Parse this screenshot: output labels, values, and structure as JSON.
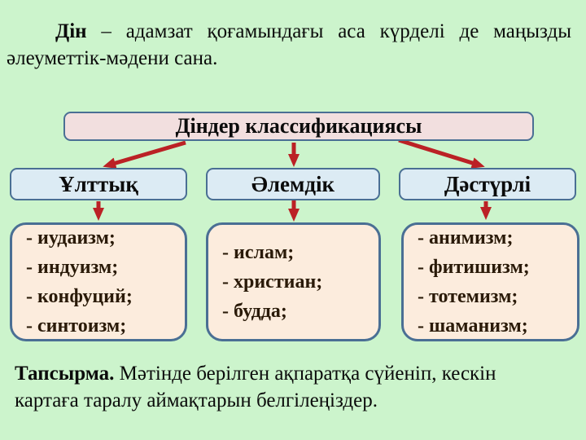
{
  "colors": {
    "background": "#ccf4cc",
    "box_border": "#4a6f94",
    "arrow": "#bb2125",
    "title_box_fill": "#f2dfdf",
    "category_box_fill": "#dcebf4",
    "list_box_fill": "#fcecdd",
    "list_text": "#2a1a08"
  },
  "intro": {
    "term": "Дін",
    "line1_rest": "– адамзат қоғамындағы аса күрделі де маңызды",
    "line2": "әлеуметтік-мәдени сана."
  },
  "diagram": {
    "title": "Діндер классификациясы",
    "branches": [
      {
        "label": "Ұлттық",
        "items": [
          "- иудаизм;",
          "- индуизм;",
          "- конфуций;",
          "- синтоизм;"
        ]
      },
      {
        "label": "Әлемдік",
        "items": [
          "- ислам;",
          "- христиан;",
          "- будда;"
        ]
      },
      {
        "label": "Дәстүрлі",
        "items": [
          "- анимизм;",
          "- фитишизм;",
          "- тотемизм;",
          "- шаманизм;"
        ]
      }
    ]
  },
  "task": {
    "label": "Тапсырма.",
    "line1_rest": "Мәтінде берілген ақпаратқа сүйеніп, кескін",
    "line2": "картаға таралу аймақтарын белгілеңіздер."
  }
}
